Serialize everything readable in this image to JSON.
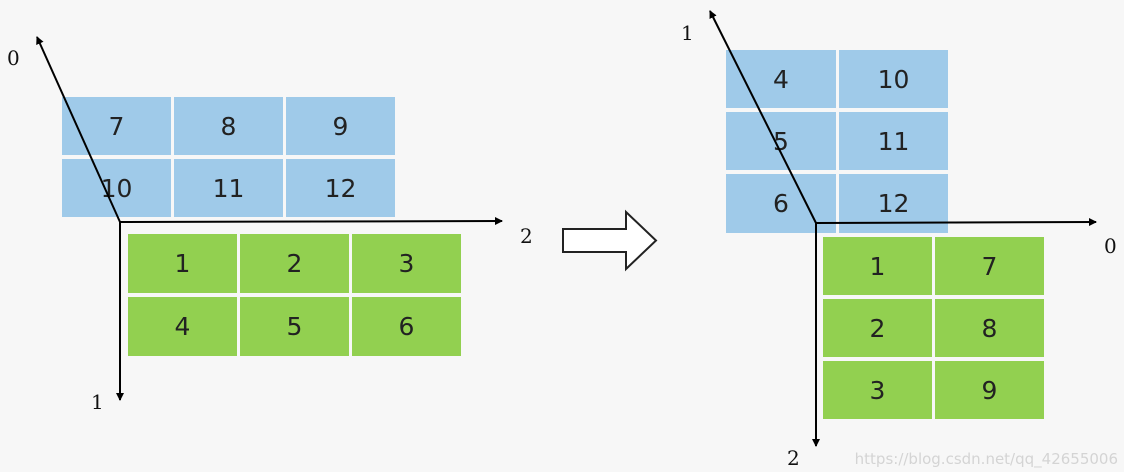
{
  "left_tensor": {
    "blue_rows": [
      [
        "7",
        "8",
        "9"
      ],
      [
        "10",
        "11",
        "12"
      ]
    ],
    "green_rows": [
      [
        "1",
        "2",
        "3"
      ],
      [
        "4",
        "5",
        "6"
      ]
    ],
    "axis_labels": {
      "diag": "0",
      "right": "2",
      "down": "1"
    }
  },
  "right_tensor": {
    "blue_rows": [
      [
        "4",
        "10"
      ],
      [
        "5",
        "11"
      ],
      [
        "6",
        "12"
      ]
    ],
    "green_rows": [
      [
        "1",
        "7"
      ],
      [
        "2",
        "8"
      ],
      [
        "3",
        "9"
      ]
    ],
    "axis_labels": {
      "diag": "1",
      "right": "0",
      "down": "2"
    }
  },
  "watermark": "https://blog.csdn.net/qq_42655006",
  "colors": {
    "blue": "#9fcae9",
    "green": "#92d050",
    "background": "#f7f7f7"
  }
}
